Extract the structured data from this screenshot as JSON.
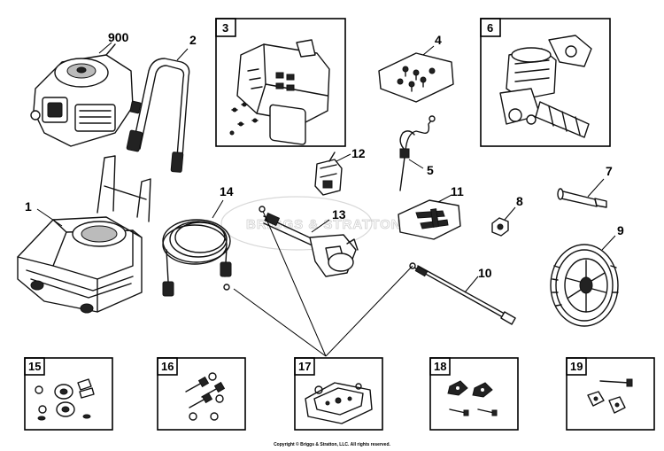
{
  "callouts": {
    "c1": "1",
    "c2": "2",
    "c3": "3",
    "c4": "4",
    "c5": "5",
    "c6": "6",
    "c7": "7",
    "c8": "8",
    "c9": "9",
    "c10": "10",
    "c11": "11",
    "c12": "12",
    "c13": "13",
    "c14": "14",
    "c15": "15",
    "c16": "16",
    "c17": "17",
    "c18": "18",
    "c19": "19",
    "c900": "900"
  },
  "watermark": "BRIGGS & STRATTON",
  "copyright": "Copyright © Briggs & Stratton, LLC. All rights reserved."
}
